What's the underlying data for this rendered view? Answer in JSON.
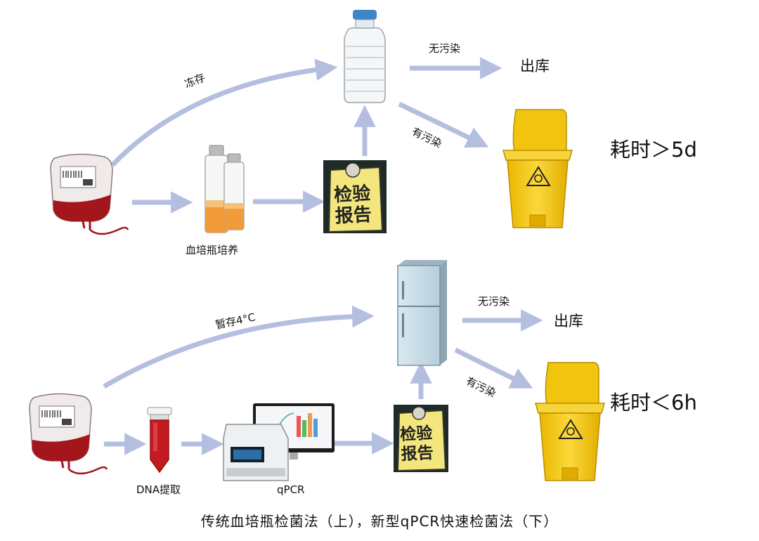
{
  "top": {
    "freeze_label": "冻存",
    "culture_label": "血培瓶培养",
    "report_text": [
      "检验",
      "报告"
    ],
    "no_contam_label": "无污染",
    "release_label": "出库",
    "contam_label": "有污染",
    "time_label": "耗时＞5d"
  },
  "bottom": {
    "temp_label": "暂存4°C",
    "dna_label": "DNA提取",
    "qpcr_label": "qPCR",
    "report_text": [
      "检验",
      "报告"
    ],
    "no_contam_label": "无污染",
    "release_label": "出库",
    "contam_label": "有污染",
    "time_label": "耗时＜6h"
  },
  "caption": "传统血培瓶检菌法（上），新型qPCR快速检菌法（下）",
  "colors": {
    "arrow": "#b4bfe0",
    "bin_yellow": "#f5cf1a",
    "blood_red": "#a3161c",
    "fridge_blue": "#c7dbe6"
  }
}
